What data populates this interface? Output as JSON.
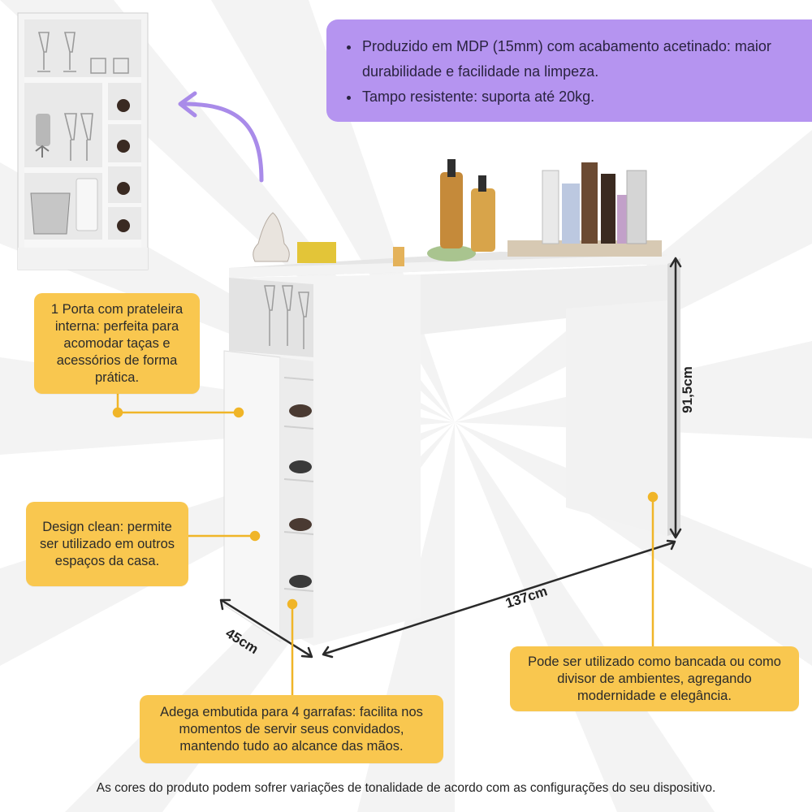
{
  "features": [
    "Produzido em MDP (15mm) com acabamento acetinado: maior durabilidade e facilidade na limpeza.",
    "Tampo resistente: suporta até 20kg."
  ],
  "callouts": {
    "door": "1 Porta com prateleira interna: perfeita para acomodar taças e acessórios de forma prática.",
    "design": "Design clean: permite ser utilizado em outros espaços da casa.",
    "usage": "Pode ser utilizado como bancada ou como divisor de ambientes, agregando modernidade e elegância.",
    "wine": "Adega embutida para 4 garrafas: facilita nos momentos de servir seus convidados, mantendo tudo ao alcance das mãos."
  },
  "dimensions": {
    "height": "91,5cm",
    "width": "137cm",
    "depth": "45cm"
  },
  "disclaimer": "As cores do produto podem sofrer variações de tonalidade de acordo com as configurações do seu dispositivo.",
  "colors": {
    "accent_purple": "#b594f0",
    "callout_yellow": "#f9c74f",
    "furniture_white": "#f1f1f1"
  }
}
